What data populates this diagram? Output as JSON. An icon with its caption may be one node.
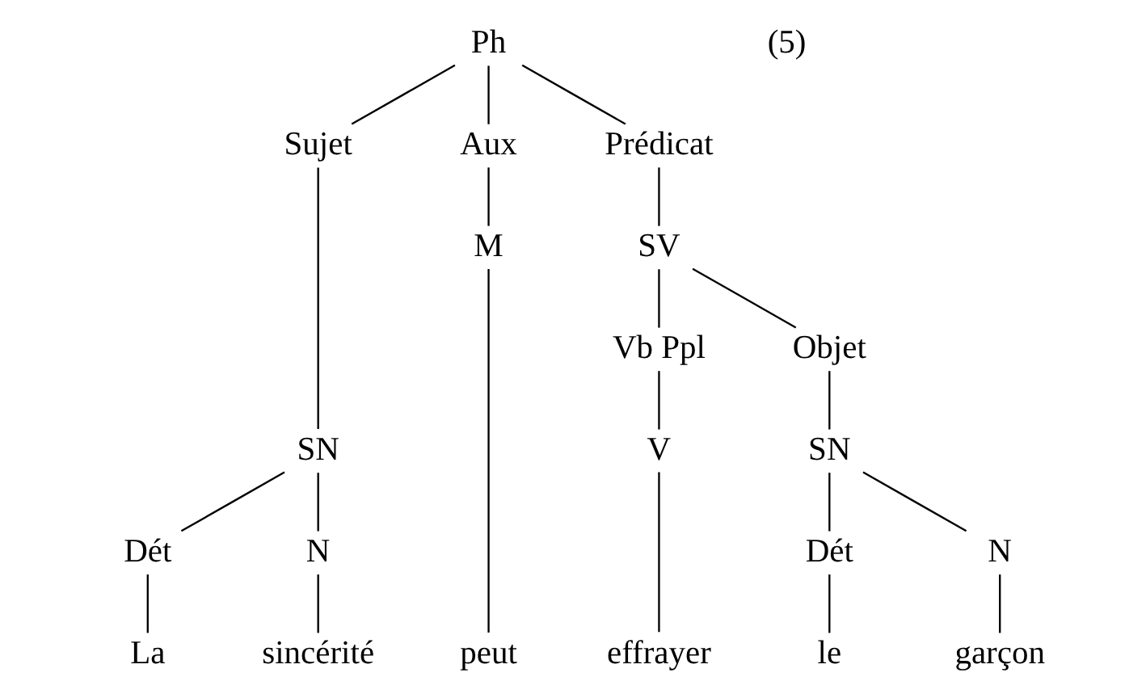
{
  "diagram": {
    "nodes": [
      {
        "text": [
          "Ph"
        ]
      },
      {
        "text": [
          "Sujet"
        ]
      },
      {
        "text": [
          "Aux"
        ]
      },
      {
        "text": [
          "Prédicat"
        ]
      },
      {
        "text": [
          "SN"
        ]
      },
      {
        "text": [
          "M"
        ]
      },
      {
        "text": [
          "SV"
        ]
      },
      {
        "text": [
          "Dét"
        ]
      },
      {
        "text": [
          "N"
        ]
      },
      {
        "text": [
          "Vb Ppl"
        ]
      },
      {
        "text": [
          "Objet"
        ]
      },
      {
        "text": [
          "V"
        ]
      },
      {
        "text": [
          "SN"
        ]
      },
      {
        "text": [
          "Dét"
        ]
      },
      {
        "text": [
          "N"
        ]
      },
      {
        "text": [
          "La"
        ]
      },
      {
        "text": [
          "sincérité"
        ]
      },
      {
        "text": [
          "peut"
        ]
      },
      {
        "text": [
          "effrayer"
        ]
      },
      {
        "text": [
          "le"
        ]
      },
      {
        "text": [
          "garçon"
        ]
      }
    ],
    "edges": [
      {
        "from": 0,
        "to": 1,
        "arrow": "none"
      },
      {
        "from": 0,
        "to": 2,
        "arrow": "none"
      },
      {
        "from": 0,
        "to": 3,
        "arrow": "none"
      },
      {
        "from": 1,
        "to": 4,
        "arrow": "none"
      },
      {
        "from": 2,
        "to": 5,
        "arrow": "none"
      },
      {
        "from": 3,
        "to": 6,
        "arrow": "none"
      },
      {
        "from": 4,
        "to": 7,
        "arrow": "none"
      },
      {
        "from": 4,
        "to": 8,
        "arrow": "none"
      },
      {
        "from": 6,
        "to": 9,
        "arrow": "none"
      },
      {
        "from": 6,
        "to": 10,
        "arrow": "none"
      },
      {
        "from": 9,
        "to": 11,
        "arrow": "none"
      },
      {
        "from": 10,
        "to": 12,
        "arrow": "none"
      },
      {
        "from": 12,
        "to": 13,
        "arrow": "none"
      },
      {
        "from": 12,
        "to": 14,
        "arrow": "none"
      },
      {
        "from": 7,
        "to": 15,
        "arrow": "none"
      },
      {
        "from": 8,
        "to": 16,
        "arrow": "none"
      },
      {
        "from": 5,
        "to": 17,
        "arrow": "none"
      },
      {
        "from": 11,
        "to": 18,
        "arrow": "none"
      },
      {
        "from": 13,
        "to": 19,
        "arrow": "none"
      },
      {
        "from": 14,
        "to": 20,
        "arrow": "none"
      }
    ],
    "labels": [
      "(5)"
    ]
  }
}
